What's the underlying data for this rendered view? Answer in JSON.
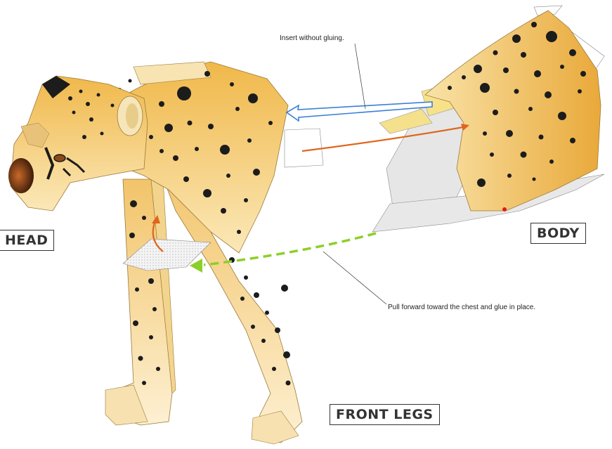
{
  "labels": {
    "head": "HEAD",
    "body": "BODY",
    "front_legs": "FRONT LEGS"
  },
  "instructions": {
    "insert": "Insert without gluing.",
    "pull": "Pull forward toward the chest and glue in place."
  },
  "colors": {
    "fur_light": "#f6dd9e",
    "fur_dark": "#e6a838",
    "spot": "#1c1c1c",
    "tab_grey": "#e3e3e3",
    "insert_arrow": "#3a7fd6",
    "motion_arrow": "#e0661c",
    "glue_arrow": "#8dcf2a",
    "label_border": "#333333"
  },
  "icons": [
    "insert-arrow-icon",
    "curved-arrow-icon",
    "dashed-arrow-icon"
  ]
}
